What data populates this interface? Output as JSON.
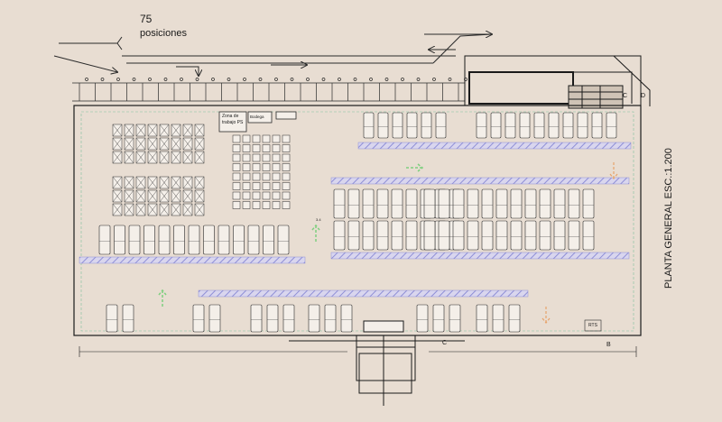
{
  "header": {
    "positions_count": "75",
    "positions_word": "posiciones"
  },
  "vertical_title": "PLANTA GENERAL ESC.:1.200",
  "room_labels": {
    "work_zone_line1": "Zona de",
    "work_zone_line2": "trabajo PS",
    "dock": "Bodega",
    "small_room": "RTS"
  },
  "axis_letters": {
    "c_top": "C",
    "d_top": "D",
    "c_bottom": "C",
    "b_bottom": "B",
    "bay_mark": "3.4"
  },
  "colors": {
    "background": "#e8ddd2",
    "lines": "#2a2a2a",
    "hatch": "#8f8fd6",
    "flow_arrow": "#7fcf7f",
    "orange_arrow": "#e7a36a",
    "accent": "#d64a4a"
  }
}
